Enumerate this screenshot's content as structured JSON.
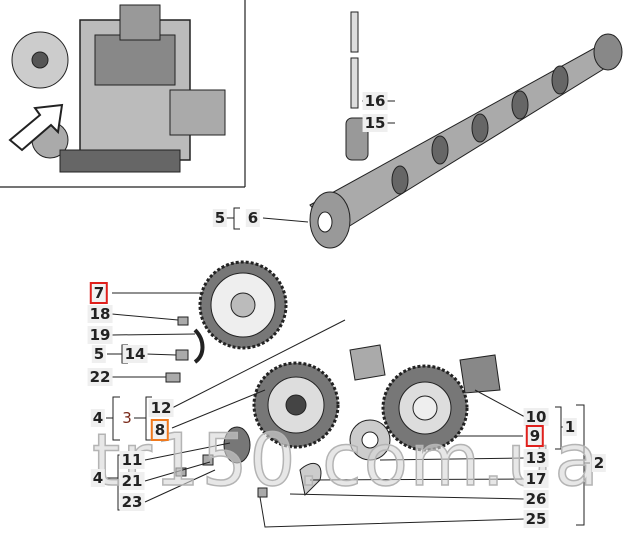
{
  "diagram": {
    "callouts": {
      "c16": "16",
      "c15": "15",
      "c5a": "5",
      "c6": "6",
      "c7": "7",
      "c18": "18",
      "c19": "19",
      "c5b": "5",
      "c14": "14",
      "c22": "22",
      "c4a": "4",
      "c3": "3",
      "c12": "12",
      "c8": "8",
      "c4b": "4",
      "c11": "11",
      "c21": "21",
      "c23": "23",
      "c10": "10",
      "c9": "9",
      "c1": "1",
      "c13": "13",
      "c17": "17",
      "c26": "26",
      "c25": "25",
      "c2": "2"
    },
    "highlight_colors": {
      "red": "#e0201c",
      "orange": "#f07a1e"
    },
    "watermark": "tr150.com.ua"
  }
}
